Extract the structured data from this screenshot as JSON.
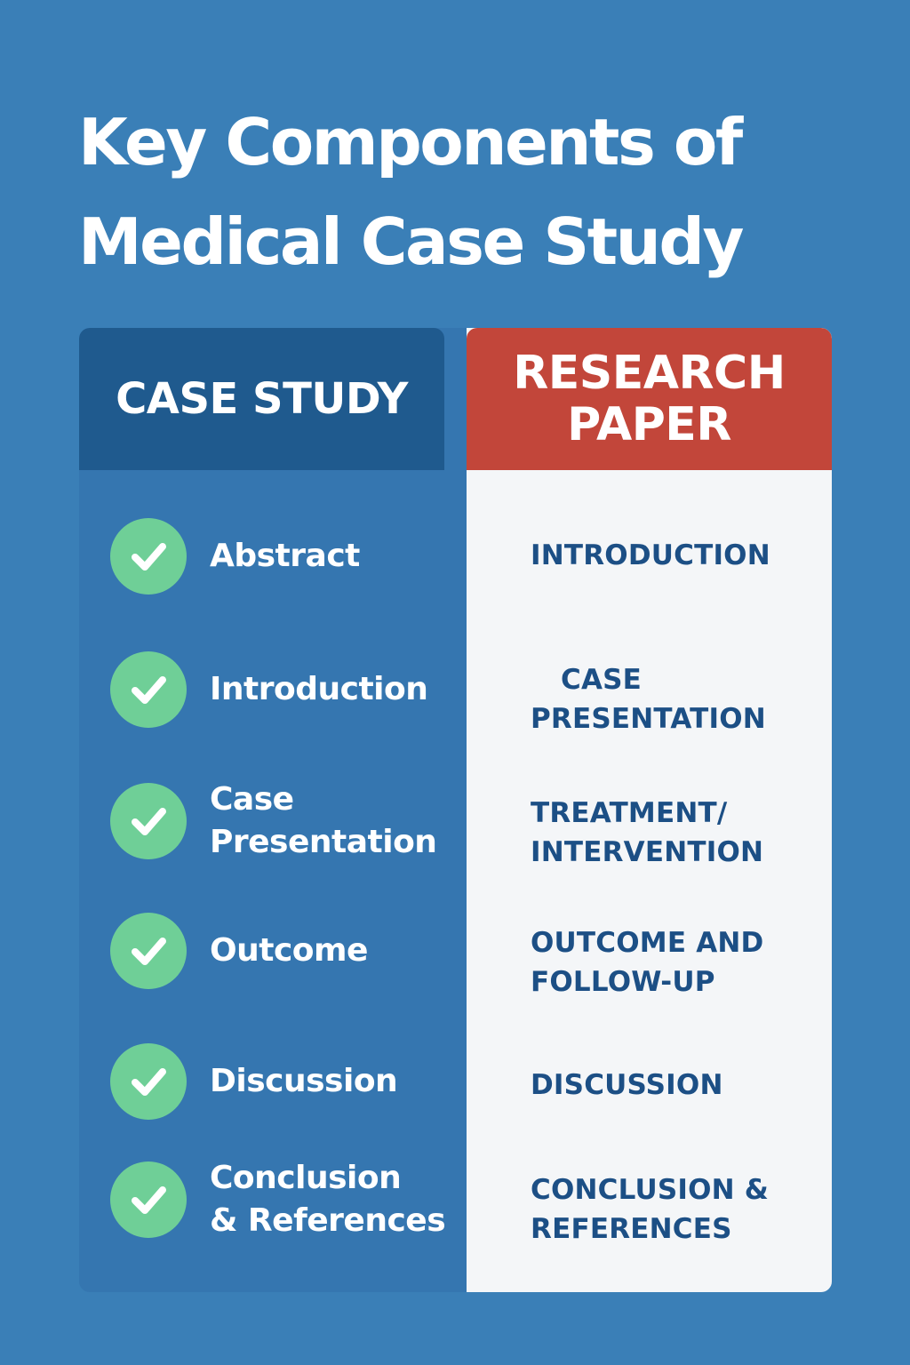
{
  "title": {
    "line1": "Key Components of",
    "line2": "Medical Case Study"
  },
  "left_column": {
    "header": "CASE STUDY",
    "items": [
      {
        "label": "Abstract"
      },
      {
        "label": "Introduction"
      },
      {
        "label": "Case\nPresentation"
      },
      {
        "label": "Outcome"
      },
      {
        "label": "Discussion"
      },
      {
        "label": "Conclusion\n& References"
      }
    ],
    "icon": "check-circle-icon"
  },
  "right_column": {
    "header_line1": "RESEARCH",
    "header_line2": "PAPER",
    "items": [
      {
        "line1": "INTRODUCTION",
        "line2": ""
      },
      {
        "line1": "CASE",
        "line2": "PRESENTATION"
      },
      {
        "line1": "TREATMENT/",
        "line2": "INTERVENTION"
      },
      {
        "line1": "OUTCOME AND",
        "line2": "FOLLOW-UP"
      },
      {
        "line1": "DISCUSSION",
        "line2": ""
      },
      {
        "line1": "CONCLUSION &",
        "line2": "REFERENCES"
      }
    ]
  },
  "colors": {
    "background": "#3a7fb7",
    "left_header": "#1f5a8e",
    "right_header": "#c2463a",
    "check": "#6fcf97",
    "right_text": "#1c4f85"
  }
}
